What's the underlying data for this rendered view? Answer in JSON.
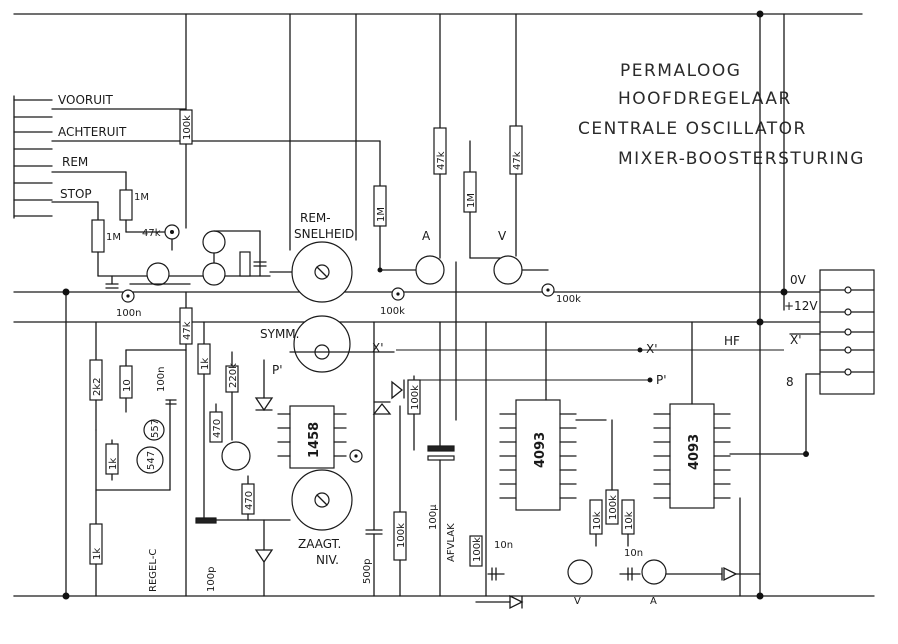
{
  "title_lines": [
    "PERMALOOG",
    "HOOFDREGELAAR",
    "CENTRALE OSCILLATOR",
    "MIXER-BOOSTERSTURING"
  ],
  "inputs": [
    "VOORUIT",
    "ACHTERUIT",
    "REM",
    "STOP"
  ],
  "rail_labels": [
    "0V",
    "+12V",
    "X'",
    "8"
  ],
  "signal_labels": {
    "hf": "HF",
    "x_prime": "X'",
    "p_prime": "P'",
    "a": "A",
    "v": "V"
  },
  "pots": {
    "rem_snelheid": "REM-\nSNELHEID",
    "symm": "SYMM.",
    "zaagt_niv": "ZAAGT.\nNIV."
  },
  "ic_labels": {
    "opamp": "1458",
    "gate1": "4093",
    "gate2": "4093"
  },
  "component_values": {
    "r_100k_top": "100k",
    "r_1m_a": "1M",
    "r_1m_b": "1M",
    "r_47k_pot": "47k",
    "r_1m_c": "1M",
    "r_47k_a": "47k",
    "r_1m_d": "1M",
    "r_47k_b": "47k",
    "c_100n_left": "100n",
    "r_100k_a": "100k",
    "r_100k_b": "100k",
    "r_47k_lower": "47k",
    "r_2k2": "2k2",
    "r_10": "10",
    "c_100n_mid": "100n",
    "r_1k_a": "1k",
    "r_220k": "220k",
    "r_470": "470",
    "r_1k_b": "1k",
    "q_547": "547",
    "q_557": "557",
    "r_470b": "470",
    "r_1k_c": "1k",
    "r_100k_c": "100k",
    "r_100k_d": "100k",
    "c_500p": "500p",
    "c_100u": "100µ",
    "afvlak": "AFVLAK",
    "regel_c": "REGEL-C",
    "c_100p": "100p",
    "r_100k_e": "100k",
    "c_10n_a": "10n",
    "r_10k": "10k",
    "r_100k_f": "100k",
    "r_10k_b": "10k",
    "c_10n_b": "10n",
    "q_v": "V",
    "q_a": "A"
  }
}
